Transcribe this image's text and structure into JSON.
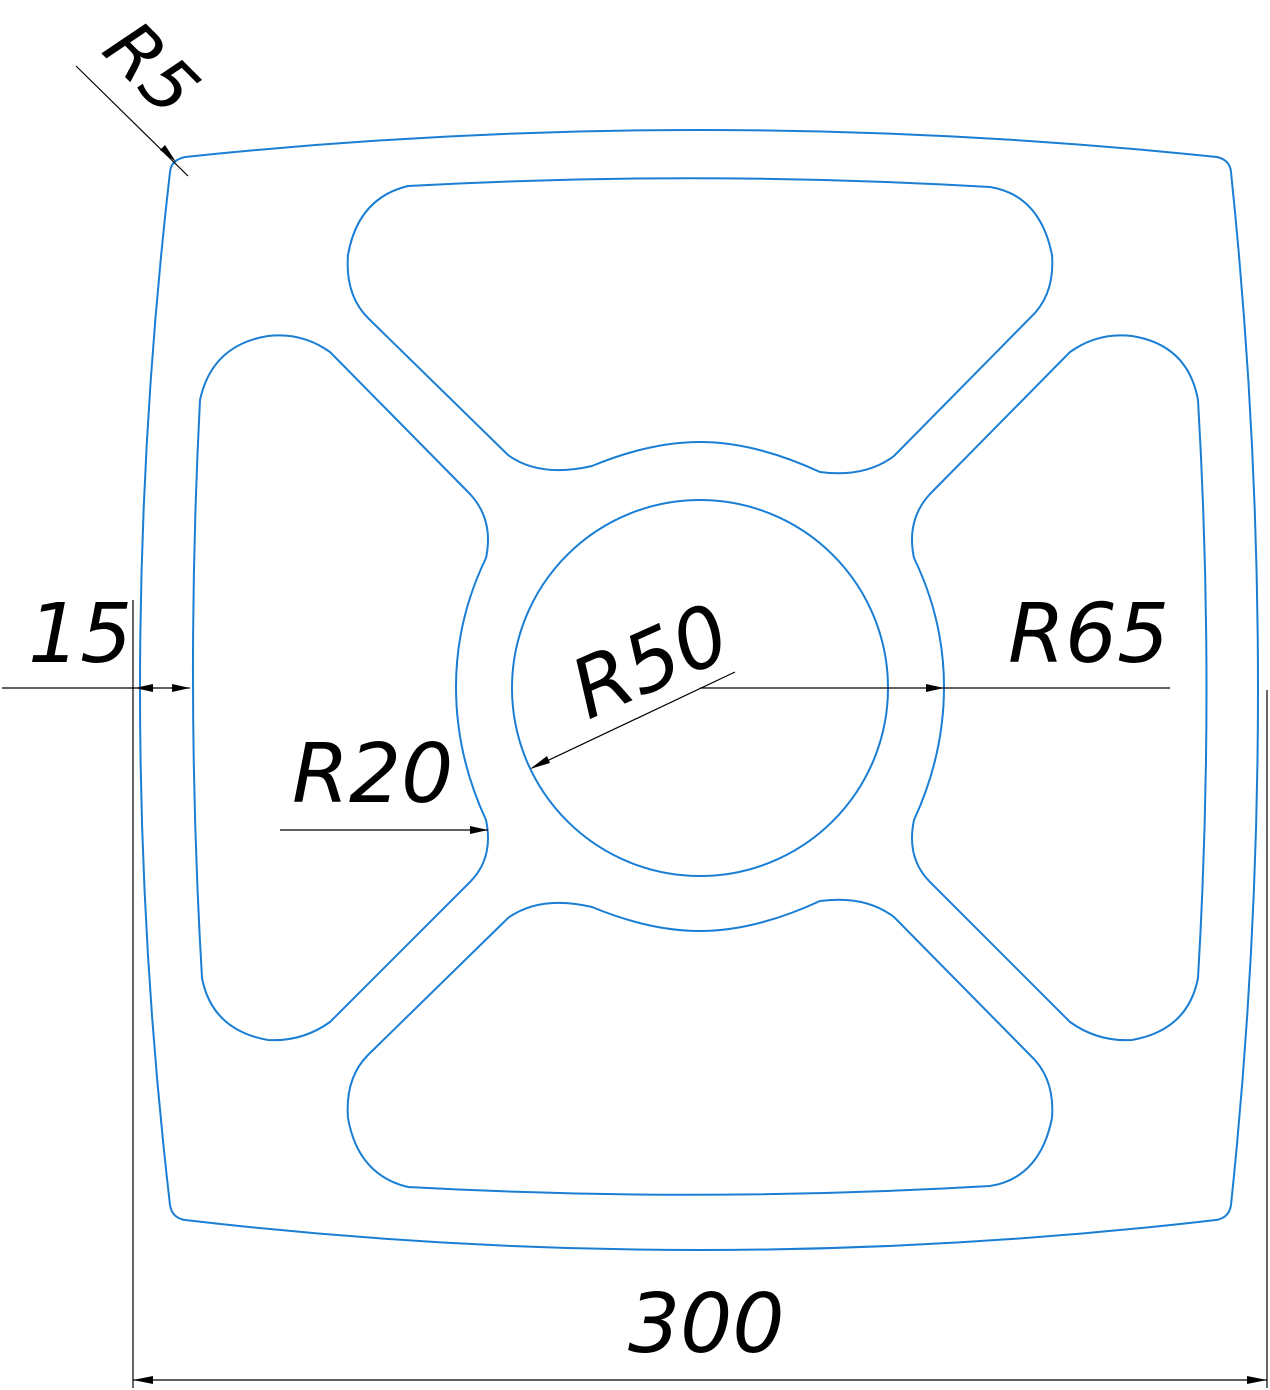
{
  "drawing": {
    "outline_color": "#1a7fd4",
    "dimension_color": "#000000"
  },
  "dimensions": {
    "r5": "R5",
    "r50": "R50",
    "r65": "R65",
    "r20": "R20",
    "d15": "15",
    "d300": "300"
  }
}
